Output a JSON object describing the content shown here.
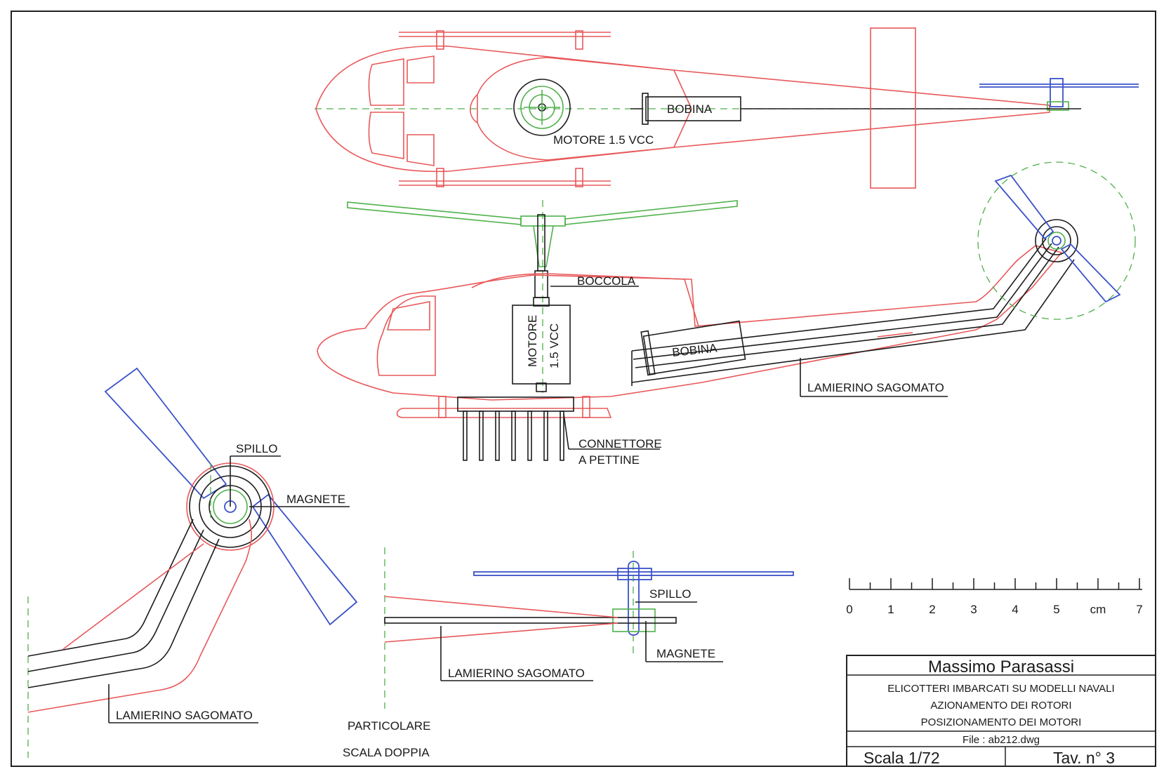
{
  "labels": {
    "bobina_top": "BOBINA",
    "motore_top": "MOTORE 1.5 VCC",
    "boccola": "BOCCOLA",
    "motore_v1": "MOTORE",
    "motore_v2": "1.5 VCC",
    "bobina_side": "BOBINA",
    "lamierino_side": "LAMIERINO SAGOMATO",
    "connettore_1": "CONNETTORE",
    "connettore_2": "A PETTINE",
    "spillo_left": "SPILLO",
    "magnete_left": "MAGNETE",
    "lamierino_left": "LAMIERINO SAGOMATO",
    "particolare_1": "PARTICOLARE",
    "particolare_2": "SCALA DOPPIA",
    "spillo_mid": "SPILLO",
    "magnete_mid": "MAGNETE",
    "lamierino_mid": "LAMIERINO SAGOMATO"
  },
  "scale_bar": {
    "ticks": [
      "0",
      "1",
      "2",
      "3",
      "4",
      "5",
      "cm",
      "7"
    ]
  },
  "title_block": {
    "author": "Massimo Parasassi",
    "line1": "ELICOTTERI IMBARCATI SU MODELLI NAVALI",
    "line2": "AZIONAMENTO DEI ROTORI",
    "line3": "POSIZIONAMENTO DEI MOTORI",
    "file": "File :  ab212.dwg",
    "scale": "Scala 1/72",
    "sheet": "Tav.  n° 3"
  },
  "colors": {
    "fuselage": "#e8585a",
    "rotor_blade": "#3b52c9",
    "rotor_hub": "#4fb04a",
    "structure": "#1c1c1c"
  }
}
